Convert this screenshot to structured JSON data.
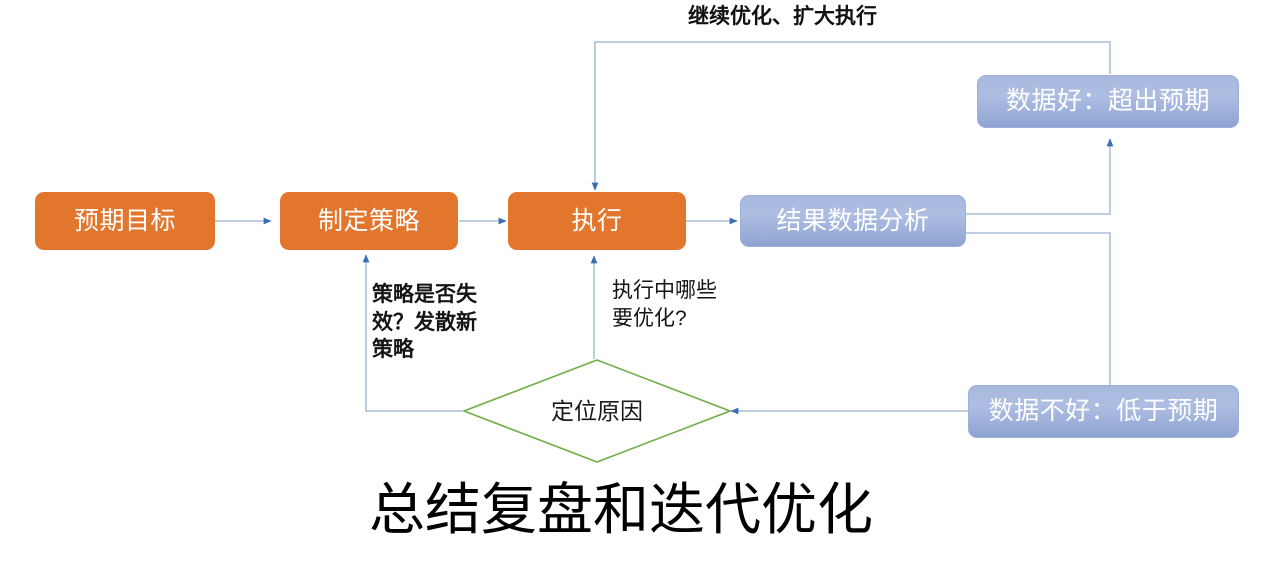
{
  "diagram": {
    "title": "总结复盘和迭代优化",
    "colors": {
      "process_fill": "#E2762C",
      "data_fill_light": "#AEBDE2",
      "data_fill_dark": "#8FA3D2",
      "decision_stroke": "#70AD47",
      "connector_line": "#A8BFD9",
      "arrow_head": "#3B6FB5",
      "text_on_shape": "#FFFFFF",
      "text_dark": "#141414"
    },
    "nodes": [
      {
        "id": "goal",
        "label": "预期目标",
        "shape": "rounded-rect",
        "fill": "orange"
      },
      {
        "id": "strategy",
        "label": "制定策略",
        "shape": "rounded-rect",
        "fill": "orange"
      },
      {
        "id": "execute",
        "label": "执行",
        "shape": "rounded-rect",
        "fill": "orange"
      },
      {
        "id": "analyze",
        "label": "结果数据分析",
        "shape": "rounded-rect",
        "fill": "blue"
      },
      {
        "id": "good",
        "label": "数据好：超出预期",
        "shape": "rounded-rect",
        "fill": "blue"
      },
      {
        "id": "bad",
        "label": "数据不好：低于预期",
        "shape": "rounded-rect",
        "fill": "blue"
      },
      {
        "id": "locate",
        "label": "定位原因",
        "shape": "diamond",
        "fill": "white"
      }
    ],
    "edge_labels": [
      {
        "id": "loop-top",
        "text": "继续优化、扩大执行"
      }
    ],
    "annotations": [
      {
        "id": "strategy-note",
        "text": "策略是否失效？发散新策略",
        "weight": "bold"
      },
      {
        "id": "execute-note",
        "text": "执行中哪些要优化?",
        "weight": "normal"
      }
    ],
    "annotation_lines": {
      "strategy_note": [
        "策略是否失",
        "效？发散新",
        "策略"
      ],
      "execute_note": [
        "执行中哪些",
        "要优化?"
      ]
    }
  }
}
